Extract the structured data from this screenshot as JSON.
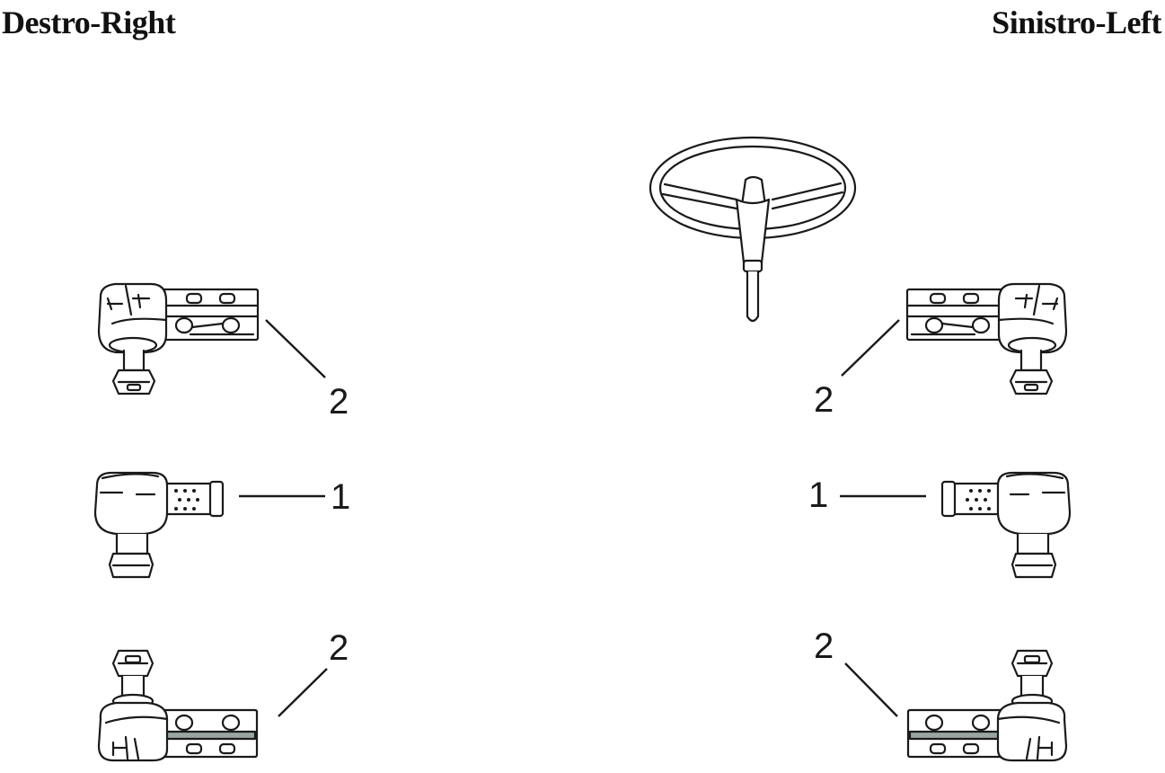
{
  "headings": {
    "right_side": "Destro-Right",
    "left_side": "Sinistro-Left"
  },
  "callouts": {
    "right_top": "2",
    "right_middle": "1",
    "right_bottom": "2",
    "left_top": "2",
    "left_middle": "1",
    "left_bottom": "2"
  },
  "colors": {
    "line": "#1a1a1a",
    "band_fill": "#9aa5a2"
  }
}
